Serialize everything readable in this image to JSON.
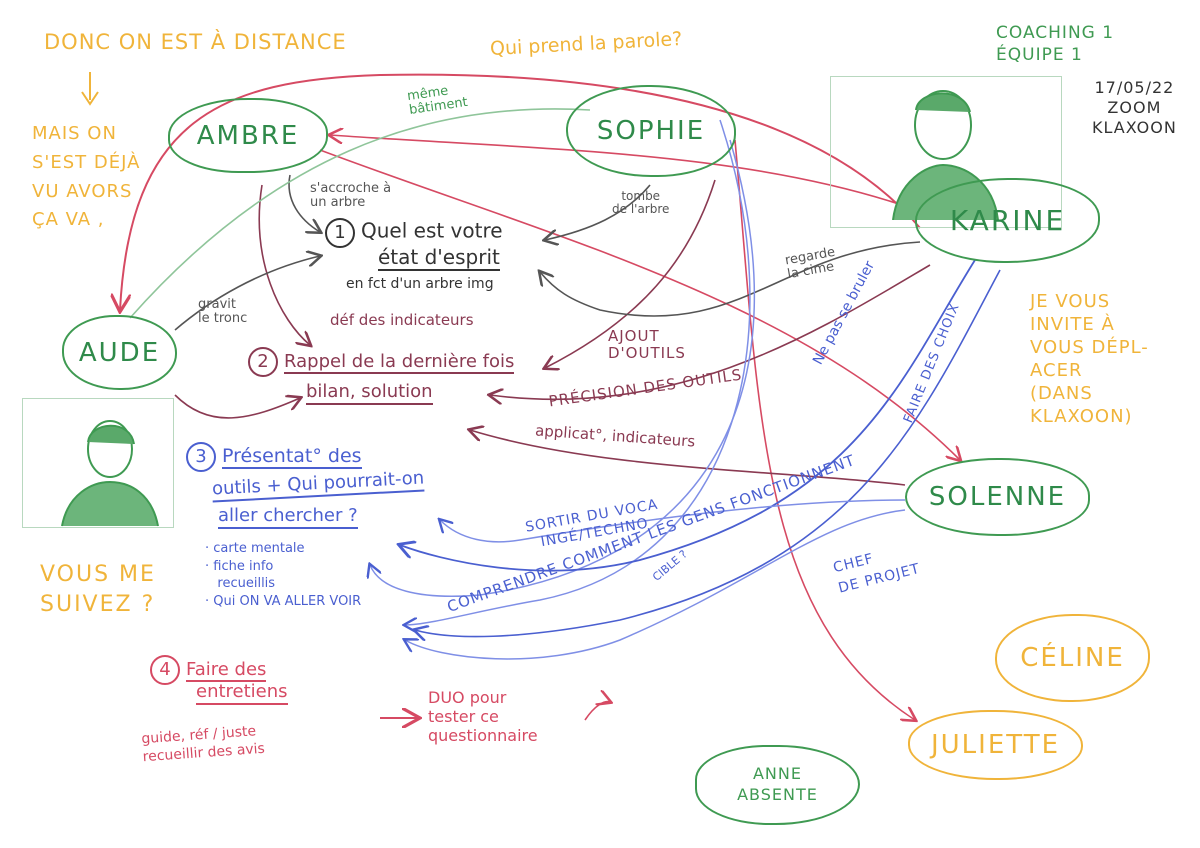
{
  "header": {
    "distance": "DONC ON EST À DISTANCE",
    "qui_prend": "Qui prend la parole?",
    "mais_on": "MAIS ON\nS'EST DÉJÀ\nVU AVORS\nÇA VA ,",
    "session": "COACHING 1\nÉQUIPE 1",
    "date_tools": "17/05/22\nZOOM\nKLAXOON"
  },
  "people": {
    "ambre": "AMBRE",
    "sophie": "SOPHIE",
    "karine": "KARINE",
    "aude": "AUDE",
    "solenne": "SOLENNE",
    "celine": "CÉLINE",
    "juliette": "JULIETTE",
    "anne": "ANNE\nABSENTE"
  },
  "annotations": {
    "meme_batiment": "même\nbâtiment",
    "accroche": "s'accroche à\nun arbre",
    "tombe": "tombe\nde l'arbre",
    "regarde": "regarde\nla cime",
    "grimpe": "gravit\nle tronc",
    "def_indic": "déf des indicateurs",
    "ajout": "AJOUT\nD'OUTILS",
    "precision": "PRÉCISION DES OUTILS",
    "applicat": "applicat°, indicateurs",
    "ne_pas": "Ne pas se bruler",
    "faire_chow": "FAIRE DES CHOIX",
    "sortir": "SORTIR DU VOCA\nINGÉ/TECHNO",
    "cible": "CIBLE ?",
    "gens": "COMPRENDRE COMMENT LES GENS FONCTIONNENT",
    "chef": "CHEF\nDE PROJET",
    "invite": "JE VOUS\nINVITE À\nVOUS DÉPL-\nACER\n(DANS\nKLAXOON)",
    "vous_me": "VOUS ME\nSUIVEZ ?"
  },
  "steps": {
    "s1_num": "1",
    "s1_title": "Quel est votre",
    "s1_title2": "état d'esprit",
    "s1_sub": "en fct d'un arbre img",
    "s2_num": "2",
    "s2_title": "Rappel de la dernière fois",
    "s2_sub": "bilan, solution",
    "s3_num": "3",
    "s3_title": "Présentat° des",
    "s3_title2": "outils + Qui pourrait-on",
    "s3_title3": "aller chercher ?",
    "s3_items": "· carte mentale\n· fiche info\n   recueillis\n· Qui ON VA ALLER VOIR",
    "s4_num": "4",
    "s4_title": "Faire des",
    "s4_title2": "entretiens",
    "s4_sub": "guide, réf / juste\nrecueillir des avis",
    "duo": "DUO pour\ntester ce\nquestionnaire"
  },
  "colors": {
    "green": "#3f9a52",
    "red": "#d64a63",
    "maroon": "#8a3a52",
    "yellow": "#f0b43a",
    "blue": "#4a5fd0",
    "gray": "#555555"
  }
}
